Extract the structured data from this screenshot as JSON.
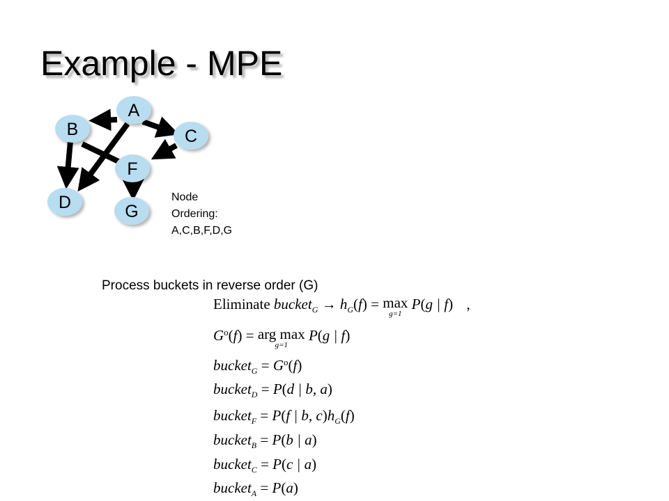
{
  "slide": {
    "title": "Example - MPE"
  },
  "graph": {
    "nodes": {
      "A": "A",
      "B": "B",
      "C": "C",
      "F": "F",
      "D": "D",
      "G": "G"
    },
    "node_fill": "#b8dcf0",
    "edges": [
      {
        "from": "A",
        "to": "B"
      },
      {
        "from": "A",
        "to": "C"
      },
      {
        "from": "A",
        "to": "D"
      },
      {
        "from": "B",
        "to": "D"
      },
      {
        "from": "B",
        "to": "F"
      },
      {
        "from": "C",
        "to": "F"
      },
      {
        "from": "F",
        "to": "G"
      }
    ]
  },
  "ordering": {
    "line1": "Node",
    "line2": "Ordering:",
    "line3": "A,C,B,F,D,G"
  },
  "process_text": "Process buckets in reverse order (G)",
  "equations": {
    "eliminate_word": "Eliminate",
    "bucket": "bucket",
    "h": "h",
    "f": "f",
    "max": "max",
    "argmax": "arg max",
    "under": "g=1",
    "P": "P",
    "g_given_f": "g | f",
    "G": "G",
    "circle": "o",
    "comma": ",",
    "sub_G": "G",
    "sub_D": "D",
    "sub_F": "F",
    "sub_B": "B",
    "sub_C": "C",
    "sub_A": "A",
    "args_D": "d | b, a",
    "args_F": "f | b, c",
    "args_B": "b | a",
    "args_C": "c | a",
    "args_A": "a"
  }
}
